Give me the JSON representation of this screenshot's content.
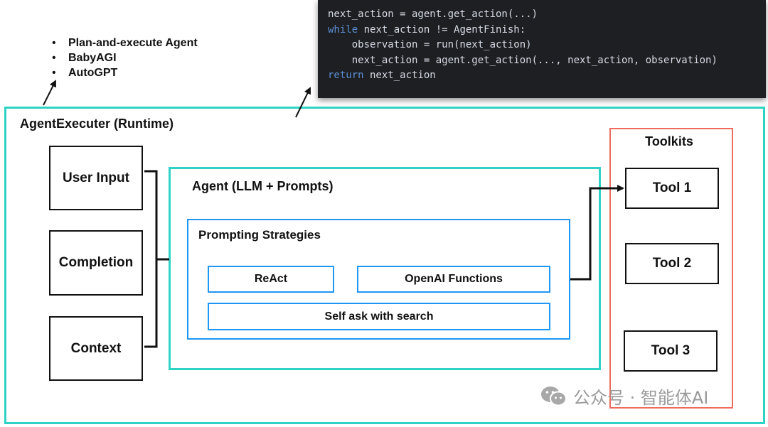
{
  "bullets": [
    "Plan-and-execute Agent",
    "BabyAGI",
    "AutoGPT"
  ],
  "code": {
    "lines": [
      [
        {
          "t": "next_action = agent.get_action(...)",
          "kw": false
        }
      ],
      [
        {
          "t": "while",
          "kw": true
        },
        {
          "t": " next_action != AgentFinish:",
          "kw": false
        }
      ],
      [
        {
          "t": "    observation = run(next_action)",
          "kw": false
        }
      ],
      [
        {
          "t": "    next_action = agent.get_action(..., next_action, observation)",
          "kw": false
        }
      ],
      [
        {
          "t": "return",
          "kw": true
        },
        {
          "t": " next_action",
          "kw": false
        }
      ]
    ]
  },
  "runtime": {
    "title": "AgentExecuter (Runtime)"
  },
  "inputs": [
    "User Input",
    "Completion",
    "Context"
  ],
  "agent": {
    "title": "Agent (LLM + Prompts)"
  },
  "strategies": {
    "title": "Prompting Strategies",
    "items": [
      "ReAct",
      "OpenAI Functions",
      "Self ask with search"
    ]
  },
  "toolkits": {
    "title": "Toolkits",
    "tools": [
      "Tool 1",
      "Tool 2",
      "Tool 3"
    ]
  },
  "watermark": {
    "text": "公众号 · 智能体AI",
    "icon": "wechat-icon"
  },
  "colors": {
    "teal": "#2fd3c6",
    "blue": "#2196f3",
    "coral": "#ef6b5b",
    "code_bg": "#1e1f22",
    "code_text": "#d6dbe6",
    "code_keyword": "#5b8fd6"
  }
}
